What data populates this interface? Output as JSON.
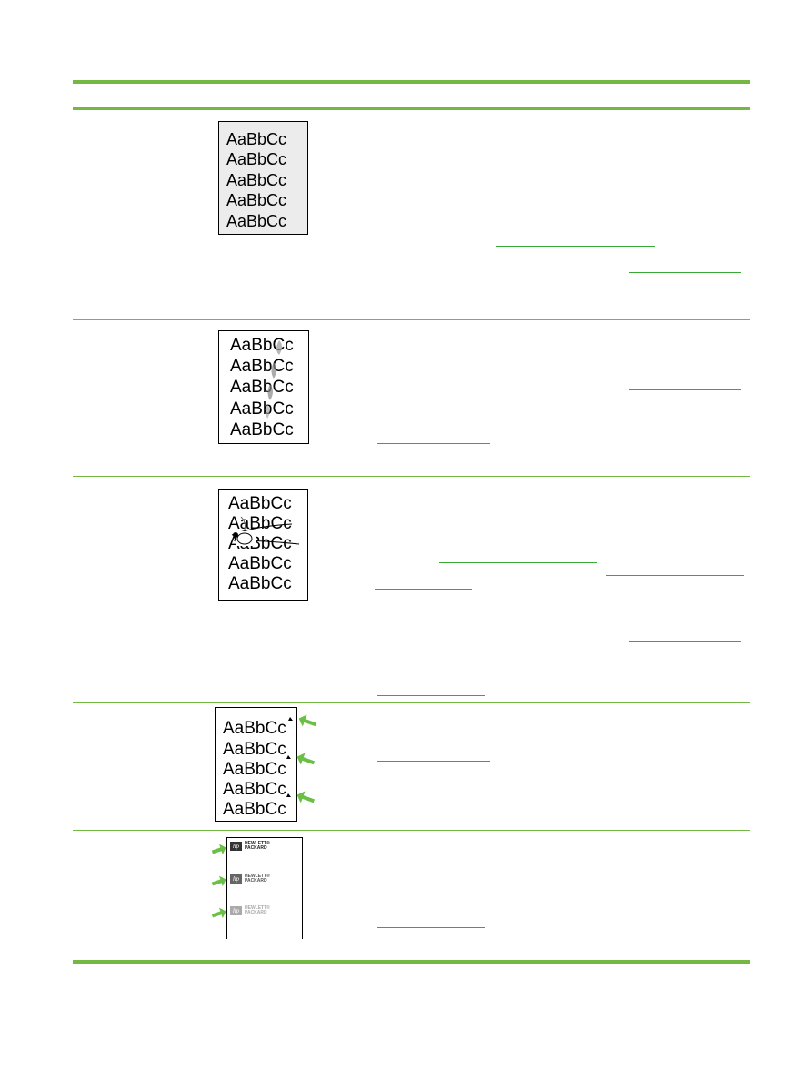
{
  "samples": {
    "row1": [
      "AaBbCc",
      "AaBbCc",
      "AaBbCc",
      "AaBbCc",
      "AaBbCc"
    ],
    "row2": [
      "AaBbCc",
      "AaBbCc",
      "AaBbCc",
      "AaBbCc",
      "AaBbCc"
    ],
    "row3": [
      "AaBbCc",
      "AaBbCc",
      "AaBbCc",
      "AaBbCc",
      "AaBbCc"
    ],
    "row4": [
      "AaBbCc",
      "AaBbCc",
      "AaBbCc",
      "AaBbCc",
      "AaBbCc"
    ],
    "row5_logo": [
      "HEWLETT®",
      "PACKARD"
    ]
  },
  "colors": {
    "accent": "#73b843",
    "link": "#39a935",
    "arrow": "#6cbf45"
  },
  "icons": [
    "hp-logo-icon",
    "green-arrow-icon"
  ]
}
